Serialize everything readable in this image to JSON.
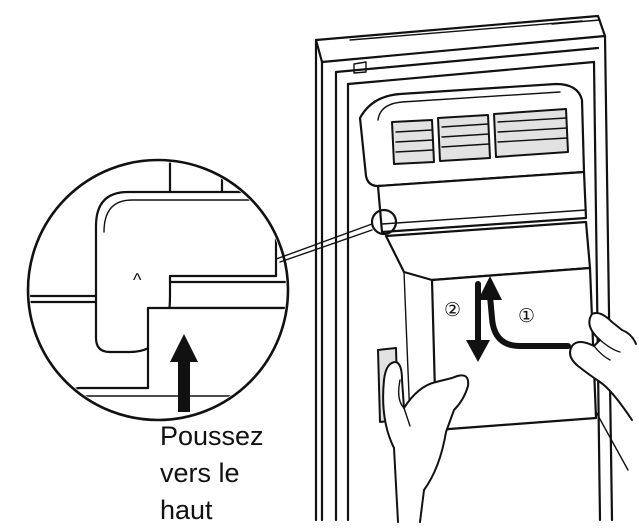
{
  "callout": {
    "marker": "^",
    "instruction_lines": [
      "Poussez",
      "vers le",
      "haut"
    ]
  },
  "steps": [
    {
      "label": "①"
    },
    {
      "label": "②"
    }
  ]
}
